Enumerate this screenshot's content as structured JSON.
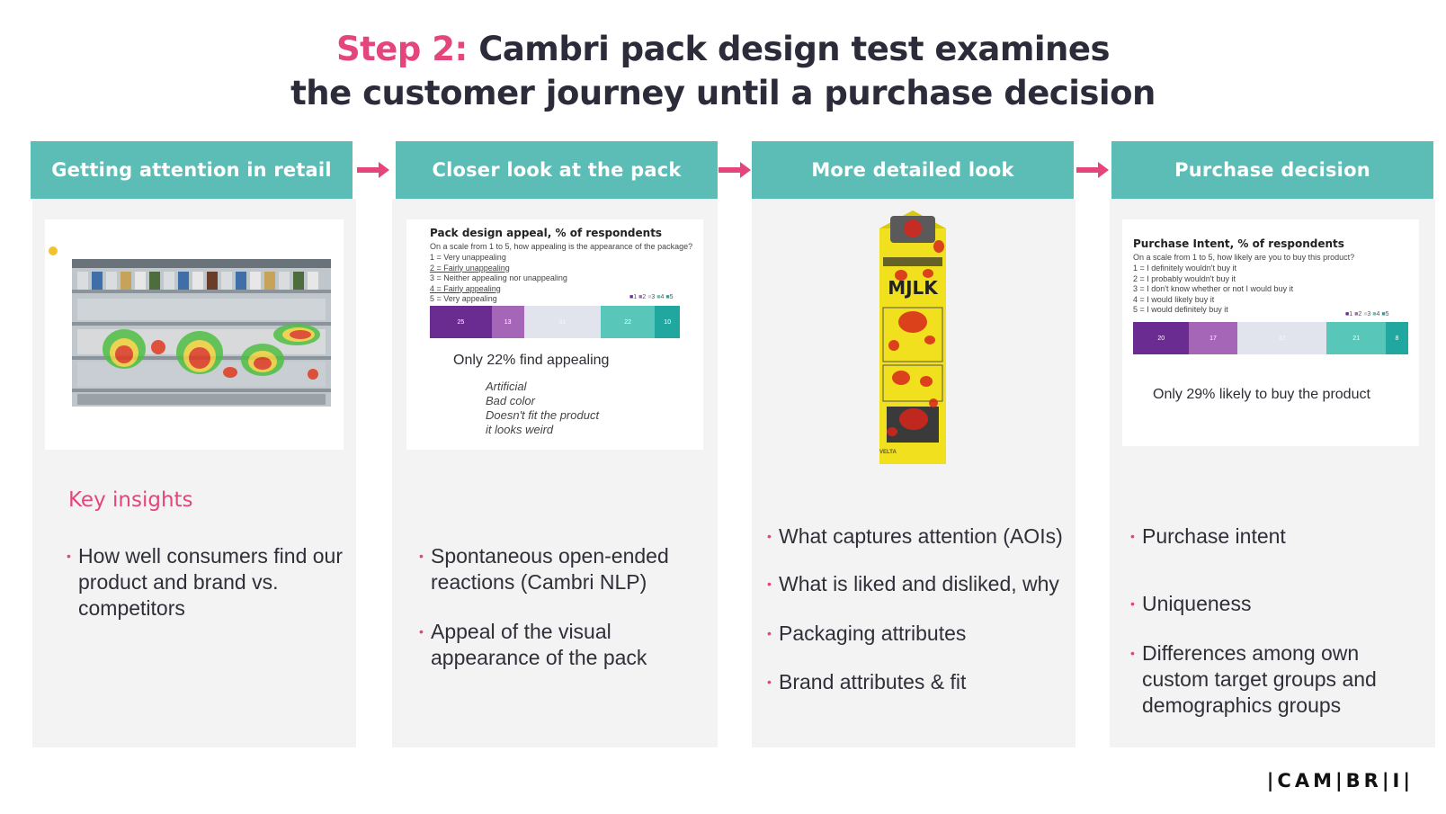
{
  "title": {
    "step": "Step 2:",
    "line1": "Cambri pack design test examines",
    "line2": "the customer journey until a purchase decision"
  },
  "colors": {
    "accent": "#e4457c",
    "header": "#5cbdb6",
    "scale": [
      "#6b2c91",
      "#a566b8",
      "#e1e4ec",
      "#58c7ba",
      "#20a8a0"
    ]
  },
  "columns": [
    {
      "header": "Getting attention in retail"
    },
    {
      "header": "Closer look at the pack"
    },
    {
      "header": "More detailed look"
    },
    {
      "header": "Purchase decision"
    }
  ],
  "col1": {
    "key_insights": "Key insights",
    "bullets": [
      "How well consumers find our product and brand vs. competitors"
    ]
  },
  "col2": {
    "chart_title": "Pack design appeal, % of respondents",
    "question": "On a scale from 1 to 5, how appealing is the appearance of the package?",
    "scale": [
      "1 = Very unappealing",
      "2 = Fairly unappealing",
      "3 = Neither appealing nor unappealing",
      "4 = Fairly appealing",
      "5 = Very appealing"
    ],
    "legend": [
      "1",
      "2",
      "3",
      "4",
      "5"
    ],
    "finding": "Only 22% find appealing",
    "reasons": [
      "Artificial",
      "Bad color",
      "Doesn't fit the product",
      "it looks weird"
    ],
    "bullets": [
      "Spontaneous open-ended reactions (Cambri NLP)",
      "Appeal of the visual appearance of the pack"
    ]
  },
  "col3": {
    "pack_text": "MJLK",
    "pack_brand": "VELTA",
    "bullets": [
      "What captures attention (AOIs)",
      "What is liked and disliked, why",
      "Packaging attributes",
      "Brand attributes & fit"
    ]
  },
  "col4": {
    "chart_title": "Purchase Intent, % of respondents",
    "question": "On a scale from 1 to 5, how likely are you to buy this product?",
    "scale": [
      "1 = I definitely wouldn't buy it",
      "2 = I probably wouldn't buy it",
      "3 = I don't know whether or not I would buy it",
      "4 = I would likely buy it",
      "5 = I would definitely buy it"
    ],
    "legend": [
      "1",
      "2",
      "3",
      "4",
      "5"
    ],
    "finding": "Only 29% likely to buy the product",
    "bullets": [
      "Purchase intent",
      "Uniqueness",
      "Differences among own custom target groups and demographics groups"
    ]
  },
  "chart_data": [
    {
      "type": "bar",
      "title": "Pack design appeal, % of respondents",
      "categories": [
        "1",
        "2",
        "3",
        "4",
        "5"
      ],
      "values": [
        25,
        13,
        31,
        22,
        10
      ],
      "stacked": true
    },
    {
      "type": "bar",
      "title": "Purchase Intent, % of respondents",
      "categories": [
        "1",
        "2",
        "3",
        "4",
        "5"
      ],
      "values": [
        20,
        17,
        32,
        21,
        8
      ],
      "stacked": true
    }
  ],
  "logo": "|CAM|BR|I|"
}
